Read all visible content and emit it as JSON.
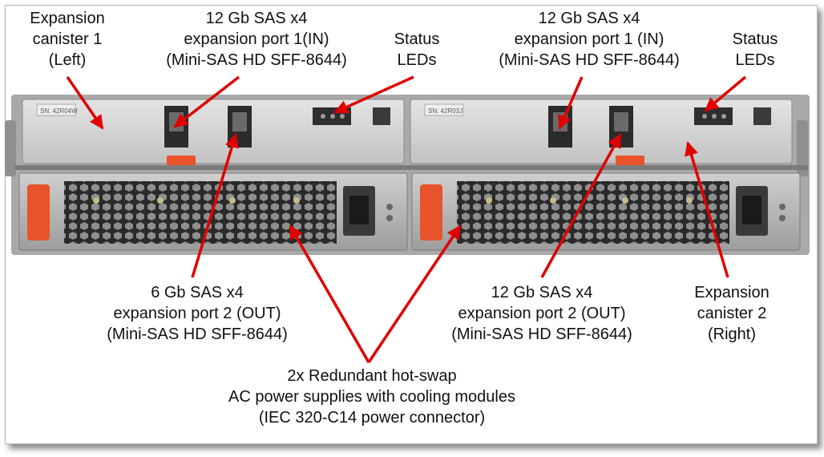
{
  "labels": {
    "canister1": [
      "Expansion",
      "canister 1",
      "(Left)"
    ],
    "port1_left": [
      "12 Gb SAS x4",
      "expansion port 1(IN)",
      "(Mini-SAS  HD SFF-8644)"
    ],
    "status_left": [
      "Status",
      "LEDs"
    ],
    "port1_right": [
      "12 Gb SAS x4",
      "expansion port 1 (IN)",
      "(Mini-SAS  HD SFF-8644)"
    ],
    "status_right": [
      "Status",
      "LEDs"
    ],
    "port2_left": [
      "6 Gb SAS x4",
      "expansion port 2 (OUT)",
      "(Mini-SAS  HD SFF-8644)"
    ],
    "port2_right": [
      "12 Gb SAS x4",
      "expansion port 2 (OUT)",
      "(Mini-SAS  HD SFF-8644)"
    ],
    "canister2": [
      "Expansion",
      "canister 2",
      "(Right)"
    ],
    "psu": [
      "2x Redundant hot-swap",
      "AC power supplies with cooling modules",
      "(IEC 320-C14  power connector)"
    ]
  },
  "device": {
    "serial_left": "SN: 42R04W",
    "serial_right": "SN: 42R03J"
  },
  "colors": {
    "arrow": "#e00000",
    "latch": "#e8532b",
    "chassis": "#b9b9b9",
    "canister": "#d6d6d6"
  }
}
